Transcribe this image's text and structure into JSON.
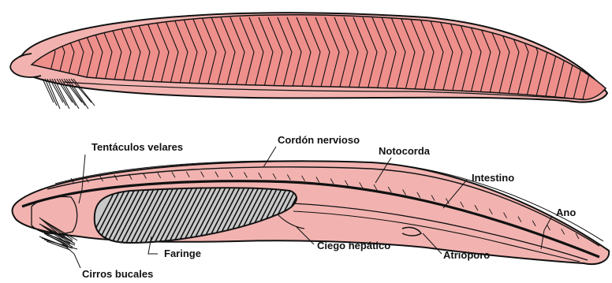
{
  "colors": {
    "body_fill": "#f2b3b0",
    "muscle_fill": "#ee8f8c",
    "outline": "#111111",
    "pharynx_fill": "#c9c9c9"
  },
  "labels": {
    "tentaculos_velares": "Tentáculos velares",
    "cordon_nervioso": "Cordón nervioso",
    "notocorda": "Notocorda",
    "intestino": "Intestino",
    "ano": "Ano",
    "faringe": "Faringe",
    "ciego_hepatico": "Ciego hepático",
    "atrioporo": "Atrioporo",
    "cirros_bucales": "Cirros bucales"
  }
}
